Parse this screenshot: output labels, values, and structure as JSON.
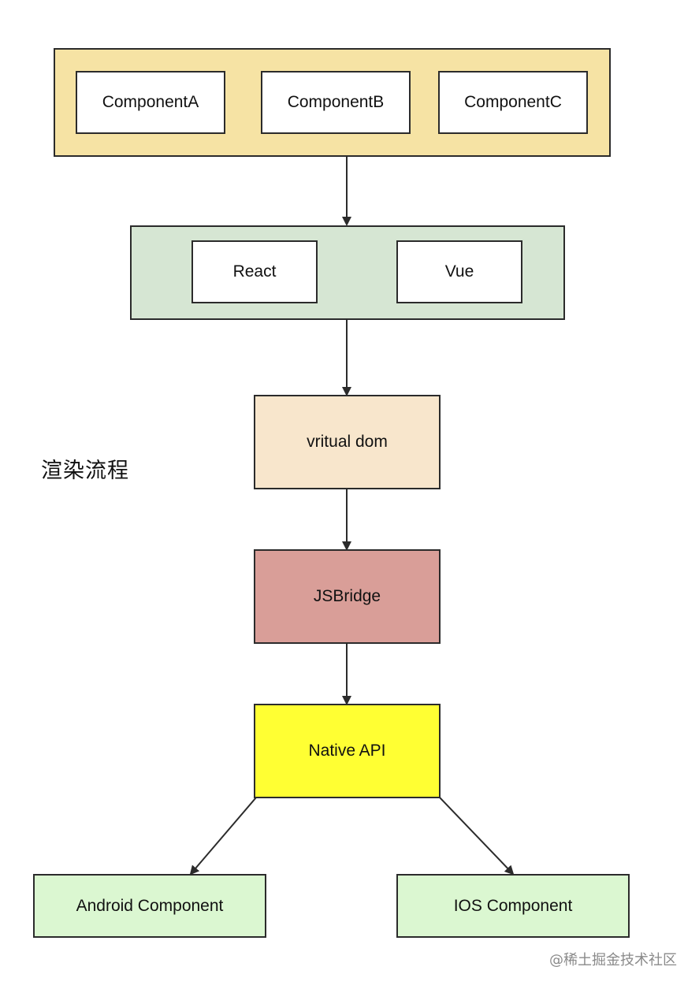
{
  "diagram": {
    "side_label": "渲染流程",
    "watermark": "@稀土掘金技术社区",
    "groups": {
      "components": {
        "fill": "#f6e3a4",
        "items": [
          "ComponentA",
          "ComponentB",
          "ComponentC"
        ]
      },
      "frameworks": {
        "fill": "#d6e6d3",
        "items": [
          "React",
          "Vue"
        ]
      }
    },
    "nodes": {
      "vdom": {
        "label": "vritual dom",
        "fill": "#f8e6cc"
      },
      "jsbridge": {
        "label": "JSBridge",
        "fill": "#d99e98"
      },
      "native_api": {
        "label": "Native API",
        "fill": "#ffff33"
      },
      "android": {
        "label": "Android Component",
        "fill": "#dbf7d1"
      },
      "ios": {
        "label": "IOS Component",
        "fill": "#dbf7d1"
      }
    },
    "edges": [
      {
        "from": "components",
        "to": "frameworks"
      },
      {
        "from": "frameworks",
        "to": "vdom"
      },
      {
        "from": "vdom",
        "to": "jsbridge"
      },
      {
        "from": "jsbridge",
        "to": "native_api"
      },
      {
        "from": "native_api",
        "to": "android"
      },
      {
        "from": "native_api",
        "to": "ios"
      }
    ]
  }
}
